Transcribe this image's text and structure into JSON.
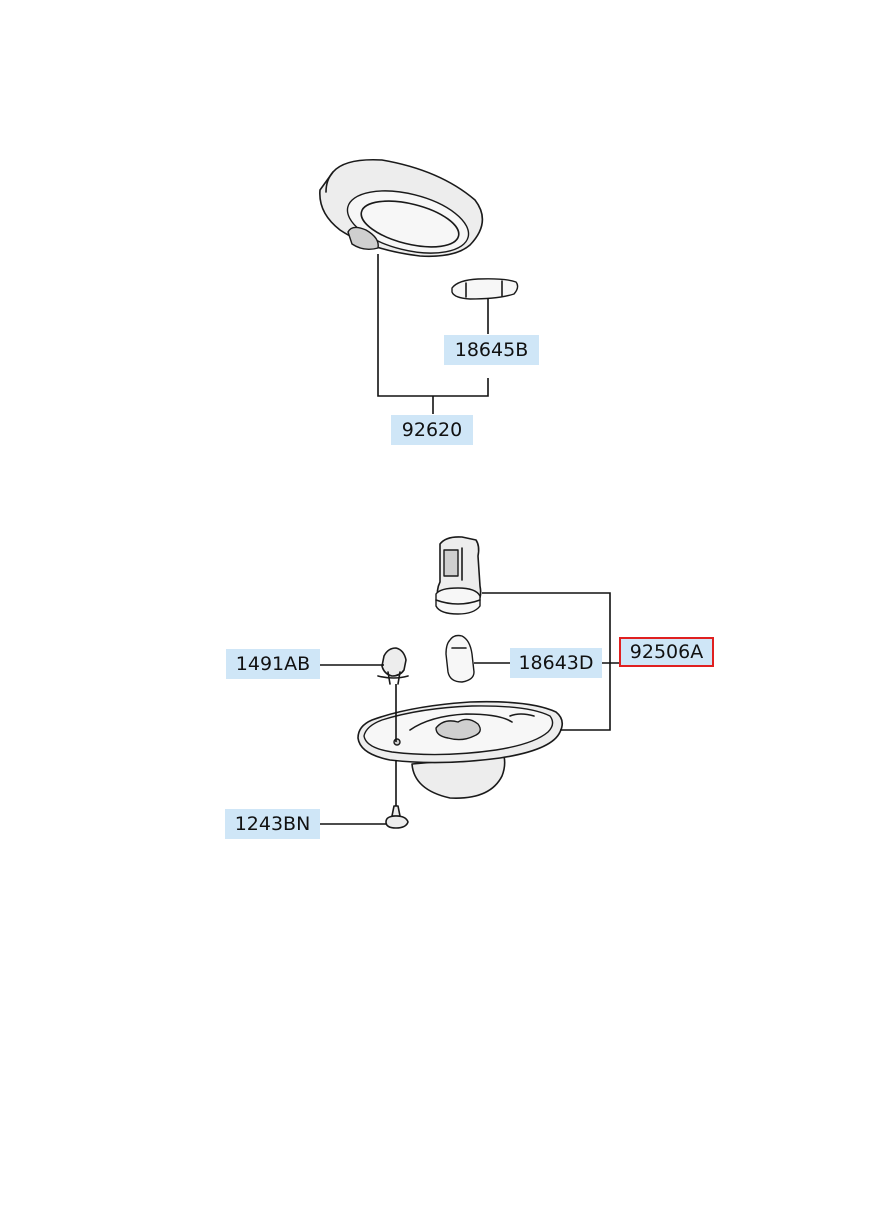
{
  "colors": {
    "label_background": "#cfe6f7",
    "selected_border": "#e02020",
    "line": "#111111"
  },
  "parts": {
    "p18645B": {
      "code": "18645B",
      "selected": false
    },
    "p92620": {
      "code": "92620",
      "selected": false
    },
    "p1491AB": {
      "code": "1491AB",
      "selected": false
    },
    "p18643D": {
      "code": "18643D",
      "selected": false
    },
    "p92506A": {
      "code": "92506A",
      "selected": true
    },
    "p1243BN": {
      "code": "1243BN",
      "selected": false
    }
  }
}
